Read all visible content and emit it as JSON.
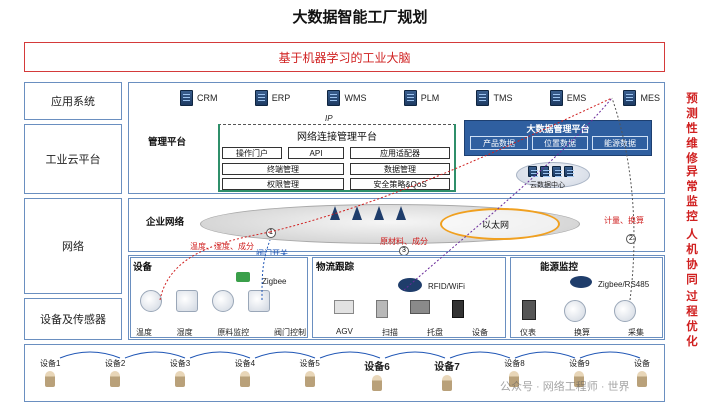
{
  "title": "大数据智能工厂规划",
  "banner": "基于机器学习的工业大脑",
  "layers": [
    "应用系统",
    "工业云平台",
    "网络",
    "设备及传感器"
  ],
  "right_side": [
    "预测性维修",
    "异常监控",
    "人机协同",
    "过程优化"
  ],
  "app_systems": [
    "CRM",
    "ERP",
    "WMS",
    "PLM",
    "TMS",
    "EMS",
    "MES"
  ],
  "platform": {
    "label": "管理平台",
    "ip": "IP",
    "net_mgmt_title": "网络连接管理平台",
    "modules": [
      "操作门户",
      "API",
      "应用适配器",
      "终端管理",
      "数据管理",
      "权限管理",
      "安全策略&QoS"
    ],
    "bigdata_title": "大数据管理平台",
    "bigdata_items": [
      "产品数据",
      "位置数据",
      "能源数据"
    ],
    "cloud_center": "云数据中心"
  },
  "network": {
    "label": "企业网络",
    "ethernet": "以太网",
    "flows": [
      "温度、湿度、成分",
      "阀门开关",
      "原材料、成分",
      "计量、换算"
    ],
    "markers": [
      "1",
      "3",
      "2"
    ]
  },
  "equipment": {
    "title": "设备",
    "protocol": "Zigbee",
    "items": [
      "温度",
      "湿度",
      "原料监控",
      "阀门控制"
    ]
  },
  "logistics": {
    "title": "物流跟踪",
    "protocol": "RFID/WiFi",
    "items": [
      "AGV",
      "扫描",
      "托盘",
      "设备"
    ]
  },
  "energy": {
    "title": "能源监控",
    "protocol": "Zigbee/RS485",
    "items": [
      "仪表",
      "换算",
      "采集"
    ]
  },
  "bottom_devices": [
    "设备1",
    "设备2",
    "设备3",
    "设备4",
    "设备5",
    "设备6",
    "设备7",
    "设备8",
    "设备9",
    "设备"
  ],
  "watermark": "公众号 · 网络工程师 · 世界"
}
